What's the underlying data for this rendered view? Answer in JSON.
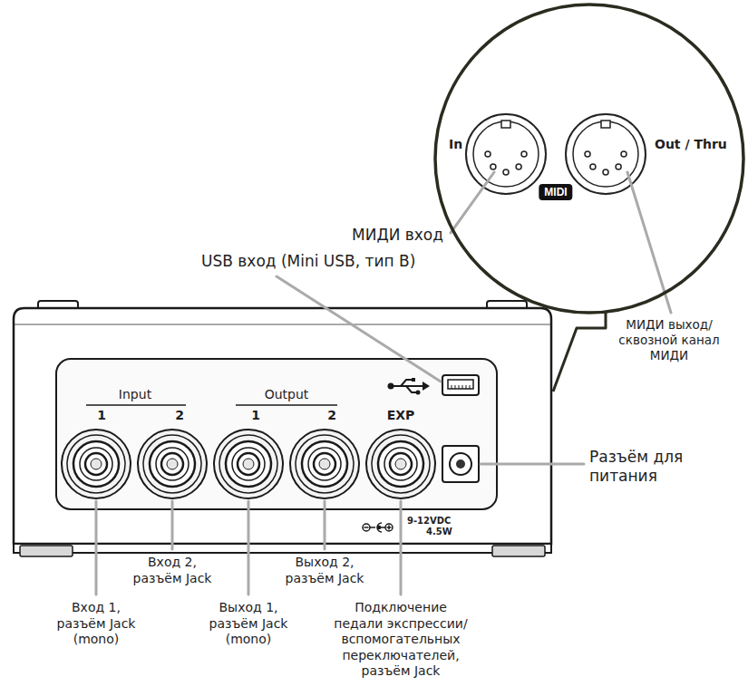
{
  "diagram": {
    "nodes": [
      {
        "text": [
          "In",
          "Out / Thru"
        ]
      },
      {
        "text": [
          "MIDI"
        ],
        "in": 0
      },
      {
        "text": [
          "Input",
          "1",
          "2",
          "Output",
          "1",
          "2",
          "EXP",
          "9-12VDC",
          "4.5W"
        ]
      }
    ],
    "edges": [
      {
        "from": 2,
        "to": 0,
        "arrow": "none"
      }
    ],
    "labels": [
      "МИДИ вход",
      "USB вход (Mini USB, тип B)",
      "МИДИ выход/ сквозной канал МИДИ",
      "Разъём для питания",
      "Вход 2, разъём Jack",
      "Выход 2, разъём Jack",
      "Вход 1, разъём Jack (mono)",
      "Выход 1, разъём Jack (mono)",
      "Подключение педали экспрессии/ вспомогательных переключателей, разъём Jack"
    ]
  }
}
